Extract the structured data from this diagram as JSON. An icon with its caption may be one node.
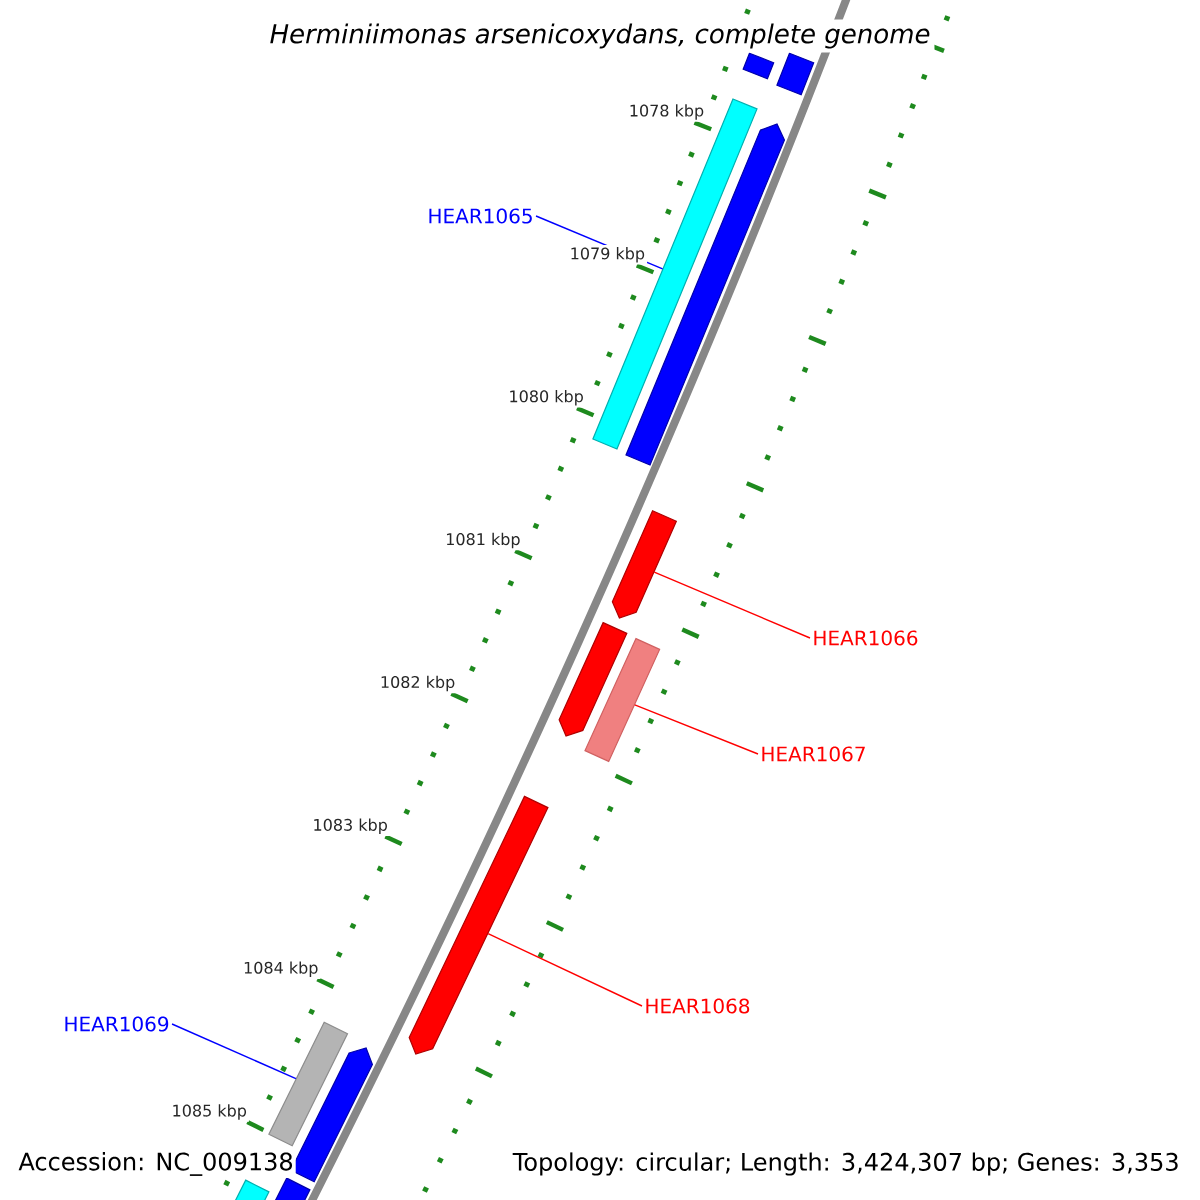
{
  "diagram": {
    "title": "Herminiimonas arsenicoxydans, complete genome",
    "nodes": [
      {
        "text": [],
        "shape": "bar"
      },
      {
        "text": [],
        "shape": "bar"
      },
      {
        "text": [],
        "shape": "bar"
      },
      {
        "text": [],
        "shape": "bar"
      },
      {
        "text": [
          "HEAR1065"
        ]
      },
      {
        "text": [],
        "shape": "bar"
      },
      {
        "text": [],
        "shape": "bar"
      },
      {
        "text": [
          "HEAR1066"
        ]
      },
      {
        "text": [],
        "shape": "bar"
      },
      {
        "text": [
          "HEAR1067"
        ]
      },
      {
        "text": [],
        "shape": "bar"
      },
      {
        "text": [
          "HEAR1068"
        ]
      },
      {
        "text": [
          "HEAR1069"
        ]
      },
      {
        "text": [],
        "shape": "bar"
      },
      {
        "text": [],
        "shape": "bar"
      },
      {
        "text": [],
        "shape": "bar"
      },
      {
        "text": [],
        "shape": "bar"
      }
    ],
    "edges": [
      {
        "from": 4,
        "to": 2,
        "arrow": "none",
        "color": "#0000ff"
      },
      {
        "from": 7,
        "to": 5,
        "arrow": "none"
      },
      {
        "from": 9,
        "to": 8,
        "arrow": "none"
      },
      {
        "from": 11,
        "to": 10,
        "arrow": "none"
      },
      {
        "from": 12,
        "to": 13,
        "arrow": "none",
        "color": "#0000ff"
      }
    ],
    "labels": [
      "1078 kbp",
      "1079 kbp",
      "1080 kbp",
      "1081 kbp",
      "1082 kbp",
      "1083 kbp",
      "1084 kbp",
      "1085 kbp",
      "Accession: NC_009138",
      "Topology: circular; Length: 3,424,307 bp; Genes: 3,353"
    ]
  }
}
